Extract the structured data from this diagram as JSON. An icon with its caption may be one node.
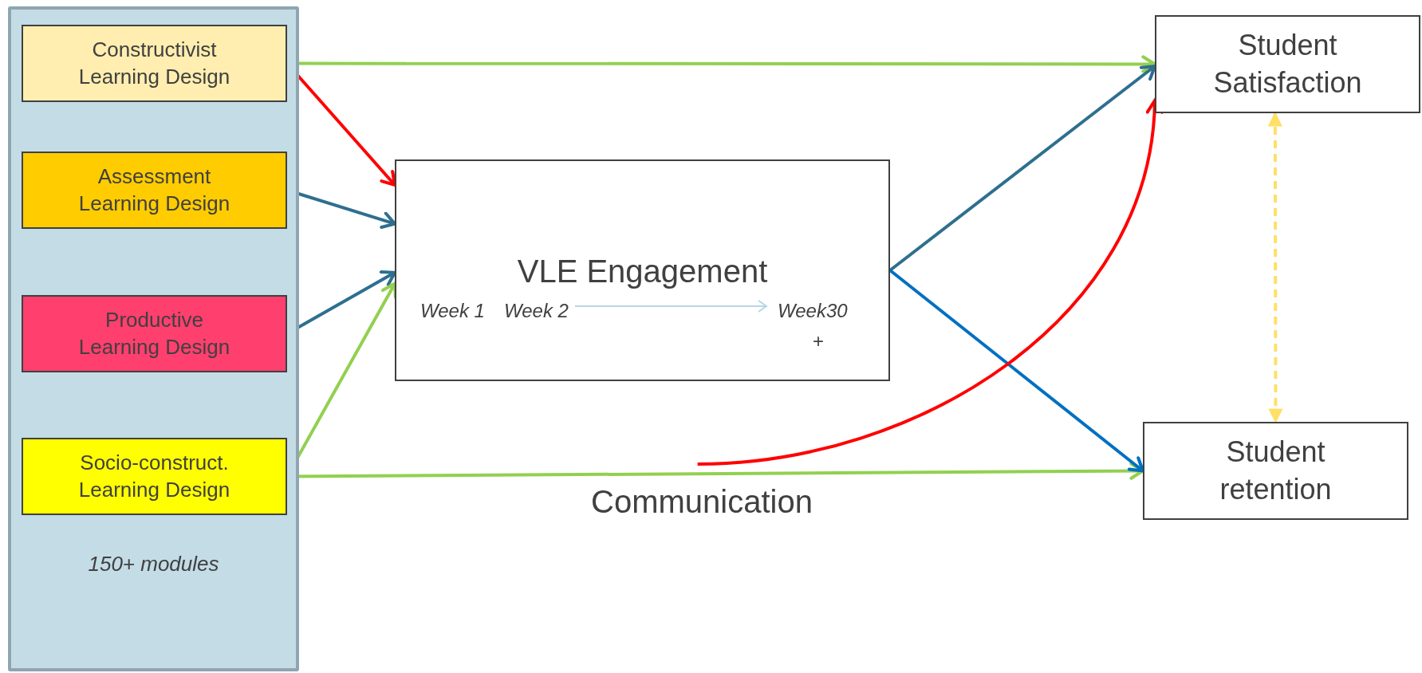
{
  "diagram": {
    "nodes": [
      {
        "text": [
          "150+ modules"
        ]
      },
      {
        "text": [
          "Constructivist Learning Design"
        ],
        "in": 0
      },
      {
        "text": [
          "Assessment Learning Design"
        ],
        "in": 0
      },
      {
        "text": [
          "Productive Learning Design"
        ],
        "in": 0
      },
      {
        "text": [
          "Socio-construct. Learning Design"
        ],
        "in": 0
      },
      {
        "text": [
          "VLE Engagement",
          "Week 1",
          "Week 2",
          "Week30",
          "+"
        ]
      },
      {
        "text": [
          "Student Satisfaction"
        ]
      },
      {
        "text": [
          "Student retention"
        ]
      },
      {
        "text": [
          "Communication"
        ]
      }
    ],
    "edges": [
      {
        "from": 1,
        "to": 6,
        "arrow": "to",
        "color": "#92d050"
      },
      {
        "from": 1,
        "to": 5,
        "arrow": "to",
        "color": "#ff0000"
      },
      {
        "from": 2,
        "to": 5,
        "arrow": "to",
        "color": "#2e6f8e"
      },
      {
        "from": 3,
        "to": 5,
        "arrow": "to",
        "color": "#2e6f8e"
      },
      {
        "from": 4,
        "to": 5,
        "arrow": "to",
        "color": "#92d050"
      },
      {
        "from": 4,
        "to": 7,
        "arrow": "to",
        "color": "#92d050"
      },
      {
        "from": 5,
        "to": 6,
        "arrow": "to",
        "color": "#2e6f8e"
      },
      {
        "from": 5,
        "to": 7,
        "arrow": "to",
        "color": "#0070c0"
      },
      {
        "from": 8,
        "to": 6,
        "arrow": "to",
        "color": "#ff0000"
      },
      {
        "from": 6,
        "to": 7,
        "arrow": "both",
        "style": "dashed",
        "color": "#ffe066"
      }
    ]
  }
}
